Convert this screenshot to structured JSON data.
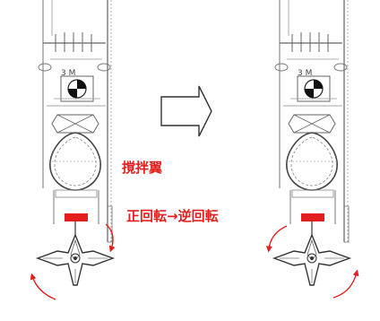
{
  "labels": {
    "paddle": "撹拌翼",
    "rotation": "正回転→逆回転"
  },
  "gauge_text": "3 M",
  "colors": {
    "accent": "#e41e1e",
    "line": "#555555",
    "light_line": "#9a9a9a"
  },
  "panels": [
    "before",
    "after"
  ]
}
